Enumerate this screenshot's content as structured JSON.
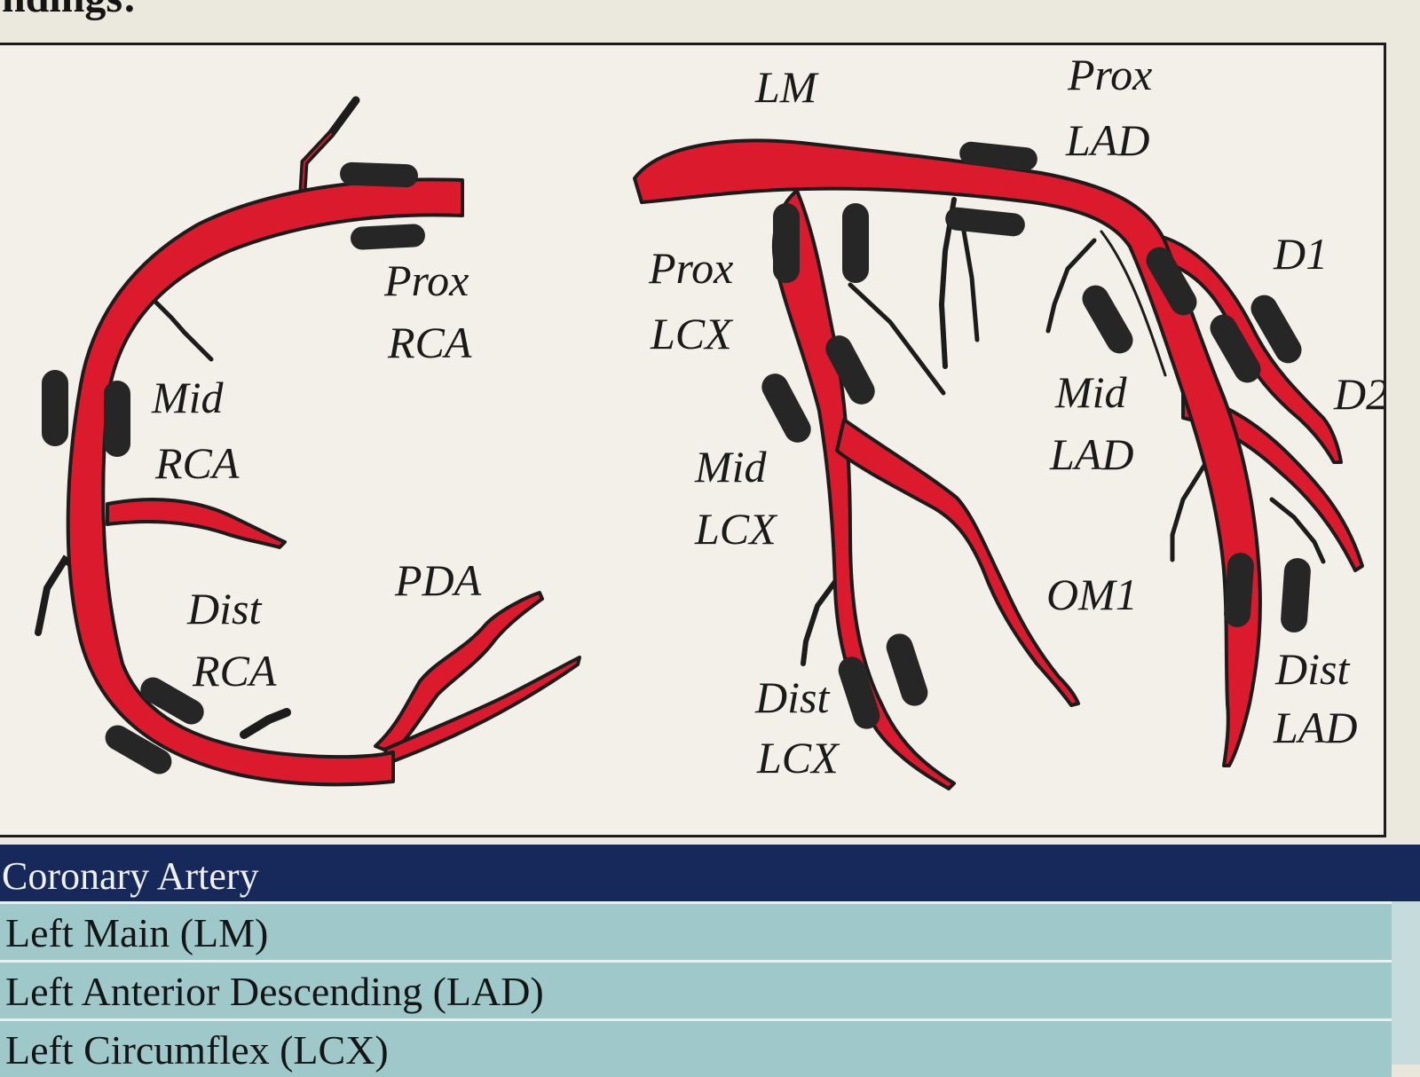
{
  "page": {
    "heading": "ndings:"
  },
  "diagram": {
    "rca_labels": {
      "prox": [
        "Prox",
        "RCA"
      ],
      "mid": [
        "Mid",
        "RCA"
      ],
      "dist": [
        "Dist",
        "RCA"
      ],
      "pda": "PDA"
    },
    "left_labels": {
      "lm": "LM",
      "prox_lad": [
        "Prox",
        "LAD"
      ],
      "prox_lcx": [
        "Prox",
        "LCX"
      ],
      "mid_lcx": [
        "Mid",
        "LCX"
      ],
      "dist_lcx": [
        "Dist",
        "LCX"
      ],
      "mid_lad": [
        "Mid",
        "LAD"
      ],
      "d1": "D1",
      "d2": "D2",
      "om1": "OM1",
      "dist_lad": [
        "Dist",
        "LAD"
      ]
    },
    "colors": {
      "vessel": "#dc1a2e",
      "outline": "#1c1c1c",
      "marker": "#262626"
    }
  },
  "table": {
    "header": "Coronary Artery",
    "rows": [
      "Left Main (LM)",
      "Left Anterior Descending (LAD)",
      "Left Circumflex (LCX)"
    ],
    "colors": {
      "header_bg": "#17295a",
      "row_bg": "#9fc8cb"
    }
  }
}
